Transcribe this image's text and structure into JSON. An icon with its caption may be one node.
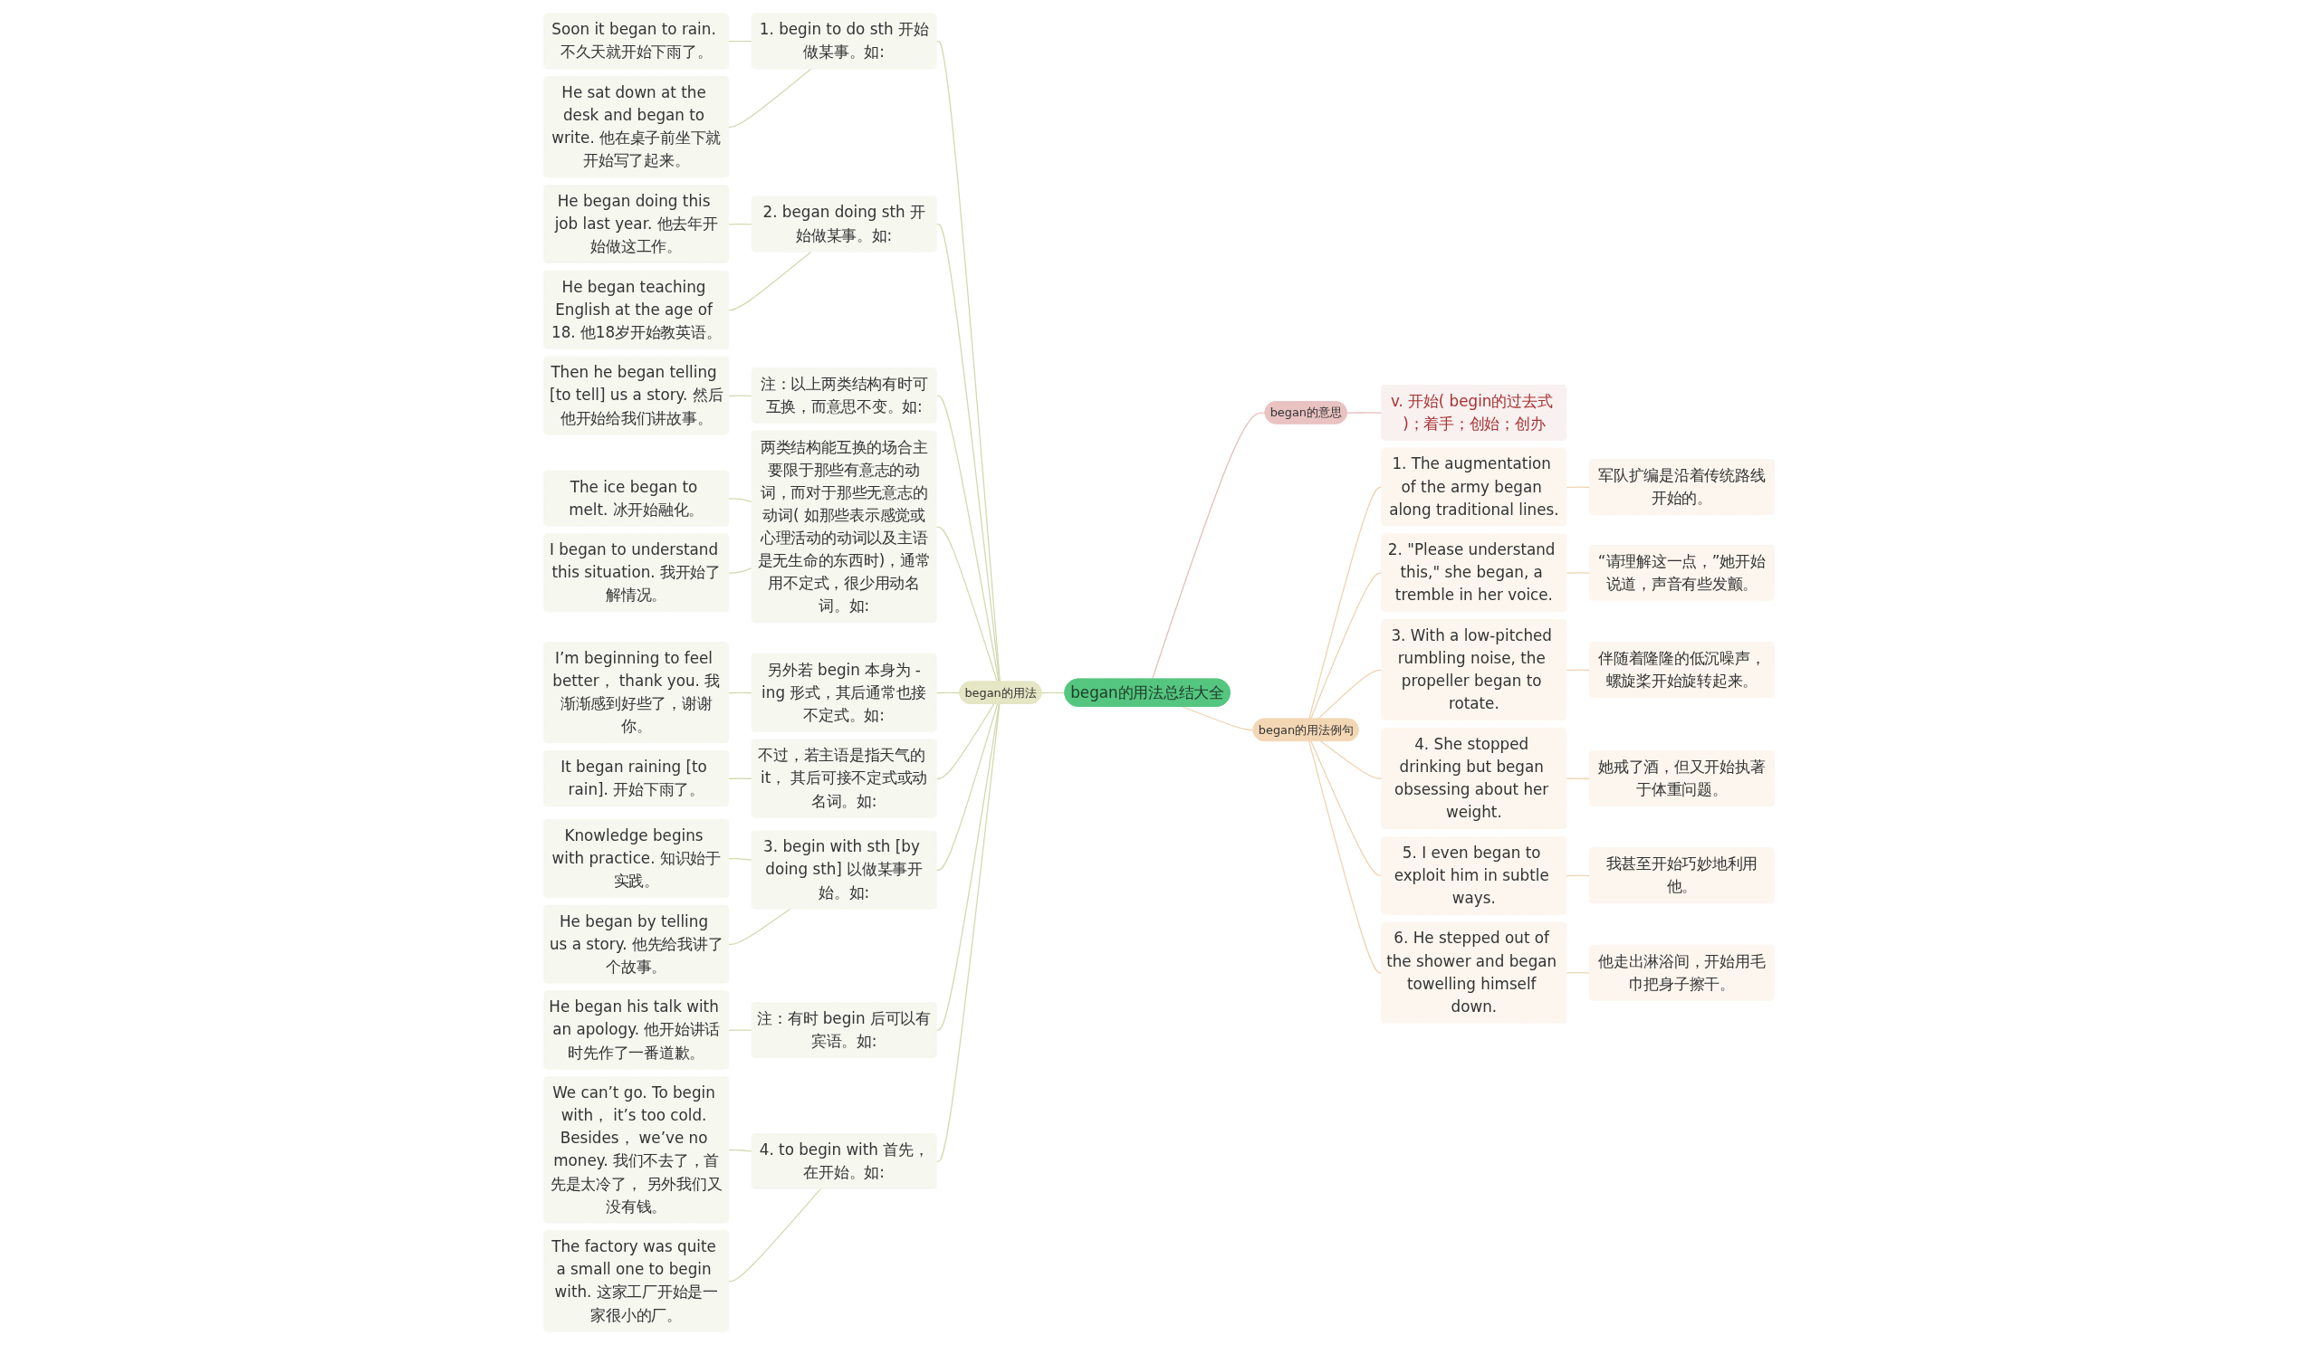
{
  "diagram": {
    "nodes": [
      {
        "text": [
          "began的用法总结大全"
        ]
      },
      {
        "text": [
          "began的用法"
        ]
      },
      {
        "text": [
          "1. begin to do sth 开始做某事。如:"
        ]
      },
      {
        "text": [
          "Soon it began to rain. 不久天就开始下雨了。"
        ]
      },
      {
        "text": [
          "He sat down at the desk and began to write. 他在桌子前坐下就开始写了起来。"
        ]
      },
      {
        "text": [
          "2. began doing sth 开始做某事。如:"
        ]
      },
      {
        "text": [
          "He began doing this job last year. 他去年开始做这工作。"
        ]
      },
      {
        "text": [
          "He began teaching English at the age of 18. 他18岁开始教英语。"
        ]
      },
      {
        "text": [
          "注：以上两类结构有时可互换，而意思不变。如:"
        ]
      },
      {
        "text": [
          "Then he began telling [to tell] us a story. 然后他开始给我们讲故事。"
        ]
      },
      {
        "text": [
          "两类结构能互换的场合主要限于那些有意志的动词，而对于那些无意志的动词( 如那些表示感觉或心理活动的动词以及主语是无生命的东西时)，通常用不定式，很少用动名词。如:"
        ]
      },
      {
        "text": [
          "The ice began to melt. 冰开始融化。"
        ]
      },
      {
        "text": [
          "I began to understand this situation. 我开始了解情况。"
        ]
      },
      {
        "text": [
          "另外若 begin 本身为 -ing 形式，其后通常也接不定式。如:"
        ]
      },
      {
        "text": [
          "I’m beginning to feel better， thank you. 我渐渐感到好些了，谢谢你。"
        ]
      },
      {
        "text": [
          "不过，若主语是指天气的 it， 其后可接不定式或动名词。如:"
        ]
      },
      {
        "text": [
          "It began raining [to rain]. 开始下雨了。"
        ]
      },
      {
        "text": [
          "3. begin with sth [by doing sth] 以做某事开始。如:"
        ]
      },
      {
        "text": [
          "Knowledge begins with practice. 知识始于实践。"
        ]
      },
      {
        "text": [
          "He began by telling us a story. 他先给我讲了个故事。"
        ]
      },
      {
        "text": [
          "注：有时 begin 后可以有宾语。如:"
        ]
      },
      {
        "text": [
          "He began his talk with an apology. 他开始讲话时先作了一番道歉。"
        ]
      },
      {
        "text": [
          "4. to begin with 首先，在开始。如:"
        ]
      },
      {
        "text": [
          "We can’t go. To begin with， it’s too cold. Besides， we’ve no money. 我们不去了，首先是太冷了， 另外我们又没有钱。"
        ]
      },
      {
        "text": [
          "The factory was quite a small one to begin with. 这家工厂开始是一家很小的厂。"
        ]
      },
      {
        "text": [
          "began的意思"
        ]
      },
      {
        "text": [
          "v. 开始( begin的过去式 )；着手；创始；创办"
        ]
      },
      {
        "text": [
          "began的用法例句"
        ]
      },
      {
        "text": [
          "1. The augmentation of the army began along traditional lines."
        ]
      },
      {
        "text": [
          "军队扩编是沿着传统路线开始的。"
        ]
      },
      {
        "text": [
          "2. \"Please understand this,\" she began, a tremble in her voice."
        ]
      },
      {
        "text": [
          "“请理解这一点，”她开始说道，声音有些发颤。"
        ]
      },
      {
        "text": [
          "3. With a low-pitched rumbling noise, the propeller began to rotate."
        ]
      },
      {
        "text": [
          "伴随着隆隆的低沉噪声，螺旋桨开始旋转起来。"
        ]
      },
      {
        "text": [
          "4. She stopped drinking but began obsessing about her weight."
        ]
      },
      {
        "text": [
          "她戒了酒，但又开始执著于体重问题。"
        ]
      },
      {
        "text": [
          "5. I even began to exploit him in subtle ways."
        ]
      },
      {
        "text": [
          "我甚至开始巧妙地利用他。"
        ]
      },
      {
        "text": [
          "6. He stepped out of the shower and began towelling himself down."
        ]
      },
      {
        "text": [
          "他走出淋浴间，开始用毛巾把身子擦干。"
        ]
      }
    ],
    "edges": [
      {
        "from": 0,
        "to": 1,
        "arrow": "none"
      },
      {
        "from": 1,
        "to": 2,
        "arrow": "none"
      },
      {
        "from": 2,
        "to": 3,
        "arrow": "none"
      },
      {
        "from": 2,
        "to": 4,
        "arrow": "none"
      },
      {
        "from": 1,
        "to": 5,
        "arrow": "none"
      },
      {
        "from": 5,
        "to": 6,
        "arrow": "none"
      },
      {
        "from": 5,
        "to": 7,
        "arrow": "none"
      },
      {
        "from": 1,
        "to": 8,
        "arrow": "none"
      },
      {
        "from": 8,
        "to": 9,
        "arrow": "none"
      },
      {
        "from": 1,
        "to": 10,
        "arrow": "none"
      },
      {
        "from": 10,
        "to": 11,
        "arrow": "none"
      },
      {
        "from": 10,
        "to": 12,
        "arrow": "none"
      },
      {
        "from": 1,
        "to": 13,
        "arrow": "none"
      },
      {
        "from": 13,
        "to": 14,
        "arrow": "none"
      },
      {
        "from": 1,
        "to": 15,
        "arrow": "none"
      },
      {
        "from": 15,
        "to": 16,
        "arrow": "none"
      },
      {
        "from": 1,
        "to": 17,
        "arrow": "none"
      },
      {
        "from": 17,
        "to": 18,
        "arrow": "none"
      },
      {
        "from": 17,
        "to": 19,
        "arrow": "none"
      },
      {
        "from": 1,
        "to": 20,
        "arrow": "none"
      },
      {
        "from": 20,
        "to": 21,
        "arrow": "none"
      },
      {
        "from": 1,
        "to": 22,
        "arrow": "none"
      },
      {
        "from": 22,
        "to": 23,
        "arrow": "none"
      },
      {
        "from": 22,
        "to": 24,
        "arrow": "none"
      },
      {
        "from": 0,
        "to": 25,
        "arrow": "none",
        "color": "#e6bcbc"
      },
      {
        "from": 25,
        "to": 26,
        "arrow": "none",
        "color": "#e6bcbc"
      },
      {
        "from": 0,
        "to": 27,
        "arrow": "none",
        "color": "#efd3b1"
      },
      {
        "from": 27,
        "to": 28,
        "arrow": "none",
        "color": "#efd3b1"
      },
      {
        "from": 28,
        "to": 29,
        "arrow": "none",
        "color": "#efd3b1"
      },
      {
        "from": 27,
        "to": 30,
        "arrow": "none",
        "color": "#efd3b1"
      },
      {
        "from": 30,
        "to": 31,
        "arrow": "none",
        "color": "#efd3b1"
      },
      {
        "from": 27,
        "to": 32,
        "arrow": "none",
        "color": "#efd3b1"
      },
      {
        "from": 32,
        "to": 33,
        "arrow": "none",
        "color": "#efd3b1"
      },
      {
        "from": 27,
        "to": 34,
        "arrow": "none",
        "color": "#efd3b1"
      },
      {
        "from": 34,
        "to": 35,
        "arrow": "none",
        "color": "#efd3b1"
      },
      {
        "from": 27,
        "to": 36,
        "arrow": "none",
        "color": "#efd3b1"
      },
      {
        "from": 36,
        "to": 37,
        "arrow": "none",
        "color": "#efd3b1"
      },
      {
        "from": 27,
        "to": 38,
        "arrow": "none",
        "color": "#efd3b1"
      },
      {
        "from": 38,
        "to": 39,
        "arrow": "none",
        "color": "#efd3b1"
      }
    ]
  }
}
